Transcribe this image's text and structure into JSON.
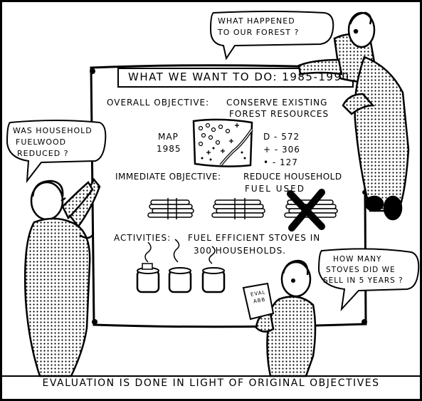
{
  "board": {
    "title": "WHAT WE WANT TO DO: 1985-1990",
    "overall_objective_label": "OVERALL OBJECTIVE:",
    "overall_objective_line1": "CONSERVE EXISTING",
    "overall_objective_line2": "FOREST RESOURCES",
    "map_label_line1": "MAP",
    "map_label_line2": "1985",
    "legend": [
      "D - 572",
      "+ - 306",
      "• - 127"
    ],
    "immediate_objective_label": "IMMEDIATE OBJECTIVE:",
    "immediate_objective_line1": "REDUCE HOUSEHOLD",
    "immediate_objective_line2": "FUEL USED",
    "activities_label": "ACTIVITIES:",
    "activities_line1": "FUEL EFFICIENT STOVES IN",
    "activities_line2": "300 HOUSEHOLDS."
  },
  "bubbles": {
    "top_right_line1": "WHAT HAPPENED",
    "top_right_line2": "TO OUR FOREST ?",
    "left_line1": "WAS HOUSEHOLD",
    "left_line2": "FUELWOOD",
    "left_line3": "REDUCED ?",
    "right_line1": "HOW MANY",
    "right_line2": "STOVES DID WE",
    "right_line3": "SELL IN 5 YEARS ?"
  },
  "clipboard": {
    "line1": "EVAL",
    "line2": "ABB"
  },
  "caption": "EVALUATION IS DONE IN LIGHT OF ORIGINAL OBJECTIVES",
  "colors": {
    "ink": "#000000",
    "paper": "#ffffff"
  }
}
